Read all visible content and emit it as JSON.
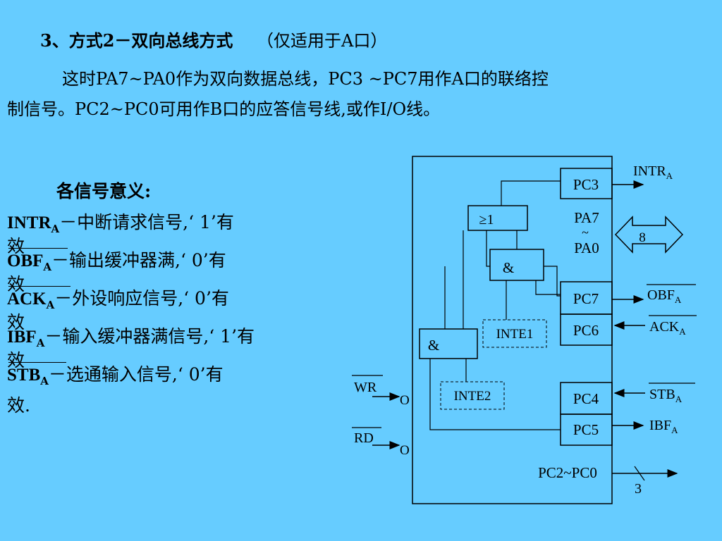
{
  "title": {
    "main": "3、方式2－双向总线方式",
    "note": "（仅适用于A口）"
  },
  "description": {
    "line1": "这时PA7~PA0作为双向数据总线，PC3 ~PC7用作A口的联络控",
    "line2": "制信号。PC2~PC0可用作B口的应答信号线,或作I/O线。"
  },
  "signals": {
    "heading": "各信号意义:",
    "items": [
      {
        "name": "INTR",
        "sub": "A",
        "desc": "－中断请求信号,‘ 1’有",
        "wrap": "效"
      },
      {
        "name": "OBF",
        "sub": "A",
        "desc": "－输出缓冲器满,‘ 0’有",
        "wrap": "效"
      },
      {
        "name": "ACK",
        "sub": "A",
        "desc": "－外设响应信号,‘ 0’有",
        "wrap": "效"
      },
      {
        "name": "IBF",
        "sub": "A",
        "desc": "－输入缓冲器满信号,‘ 1’有",
        "wrap": "效"
      },
      {
        "name": "STB",
        "sub": "A",
        "desc": "－选通输入信号,‘ 0’有",
        "wrap": "效."
      }
    ]
  },
  "diagram": {
    "pins": {
      "pc3": "PC3",
      "pc7": "PC7",
      "pc6": "PC6",
      "pc4": "PC4",
      "pc5": "PC5",
      "pa7": "PA7",
      "tilde": "~",
      "pa0": "PA0",
      "pc2pc0": "PC2~PC0"
    },
    "gates": {
      "or": "≥1",
      "and1": "&",
      "and2": "&"
    },
    "enables": {
      "inte1": "INTE1",
      "inte2": "INTE2"
    },
    "external": {
      "intr": "INTR",
      "intr_sub": "A",
      "obf": "OBF",
      "obf_sub": "A",
      "ack": "ACK",
      "ack_sub": "A",
      "stb": "STB",
      "stb_sub": "A",
      "ibf": "IBF",
      "ibf_sub": "A",
      "wr": "WR",
      "rd": "RD",
      "bus_width": "8",
      "pc_width": "3",
      "inverter": "O"
    }
  }
}
